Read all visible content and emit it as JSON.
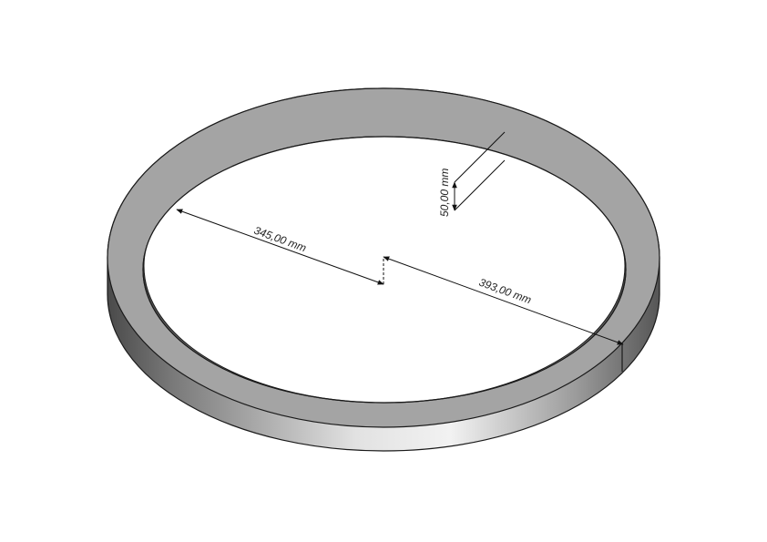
{
  "dimensions": {
    "inner_diameter": "345,00 mm",
    "outer_diameter": "393,00 mm",
    "height": "50,00 mm"
  },
  "colors": {
    "ring_top_face": "#a4a4a4",
    "edge_line": "#1a1a1a",
    "dimension_line": "#111111",
    "background": "#ffffff"
  }
}
